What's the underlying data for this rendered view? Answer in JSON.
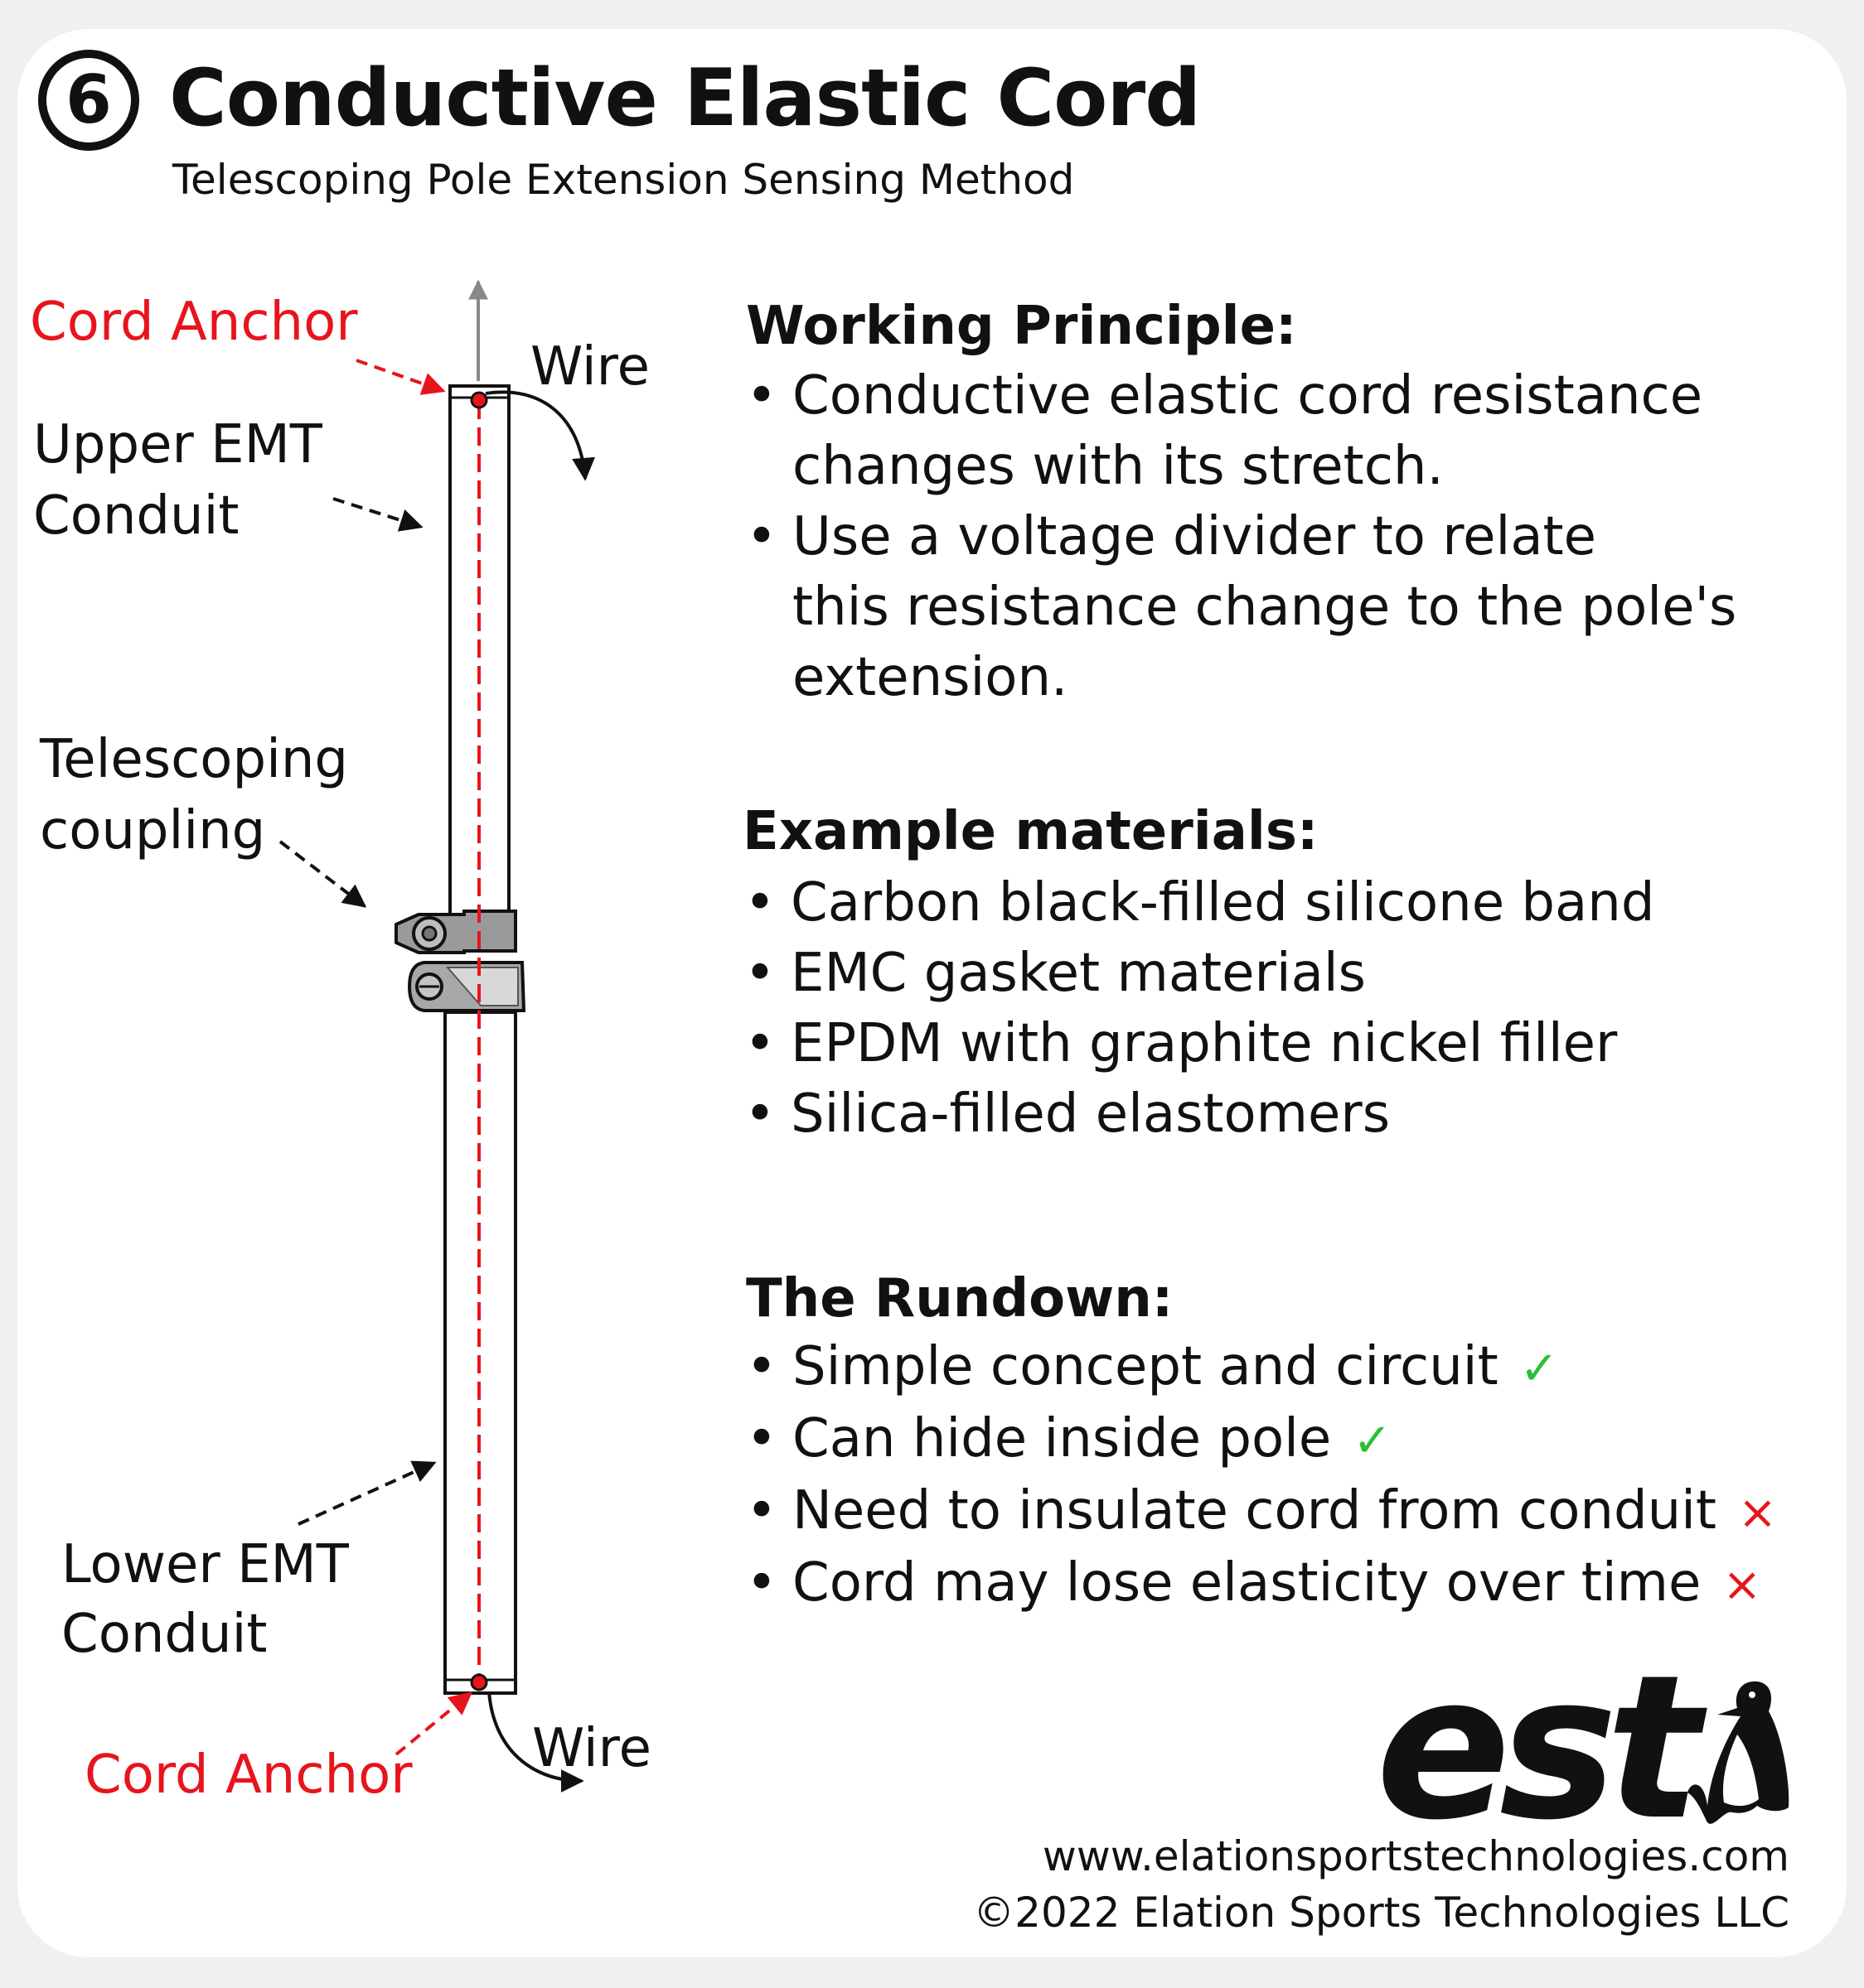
{
  "header": {
    "number": "6",
    "title": "Conductive Elastic Cord",
    "subtitle": "Telescoping Pole Extension Sensing Method"
  },
  "diagram": {
    "cord_anchor_top": "Cord Anchor",
    "cord_anchor_bottom": "Cord Anchor",
    "wire_top": "Wire",
    "wire_bottom": "Wire",
    "upper_conduit": [
      "Upper EMT",
      "Conduit"
    ],
    "coupling": [
      "Telescoping",
      "coupling"
    ],
    "lower_conduit": [
      "Lower EMT",
      "Conduit"
    ]
  },
  "working_principle": {
    "heading": "Working Principle:",
    "bullets": [
      [
        "Conductive elastic cord resistance",
        "changes with its stretch."
      ],
      [
        "Use a voltage divider to relate",
        "this resistance change to the pole's",
        "extension."
      ]
    ]
  },
  "materials": {
    "heading": "Example materials:",
    "bullets": [
      "Carbon black-filled silicone band",
      "EMC gasket materials",
      "EPDM with graphite nickel filler",
      "Silica-filled elastomers"
    ]
  },
  "rundown": {
    "heading": "The Rundown:",
    "items": [
      {
        "text": "Simple concept and circuit",
        "mark": "✓",
        "status": "pro"
      },
      {
        "text": "Can hide inside pole",
        "mark": "✓",
        "status": "pro"
      },
      {
        "text": "Need to insulate cord from conduit",
        "mark": "×",
        "status": "con"
      },
      {
        "text": "Cord may lose elasticity over time",
        "mark": "×",
        "status": "con"
      }
    ]
  },
  "logo": {
    "text": "est",
    "icon": "penguin-icon"
  },
  "footer": {
    "website": "www.elationsportstechnologies.com",
    "copyright": "©2022 Elation Sports Technologies LLC"
  },
  "colors": {
    "accent_red": "#e8141c",
    "check_green": "#2bbf35",
    "text": "#111111"
  }
}
